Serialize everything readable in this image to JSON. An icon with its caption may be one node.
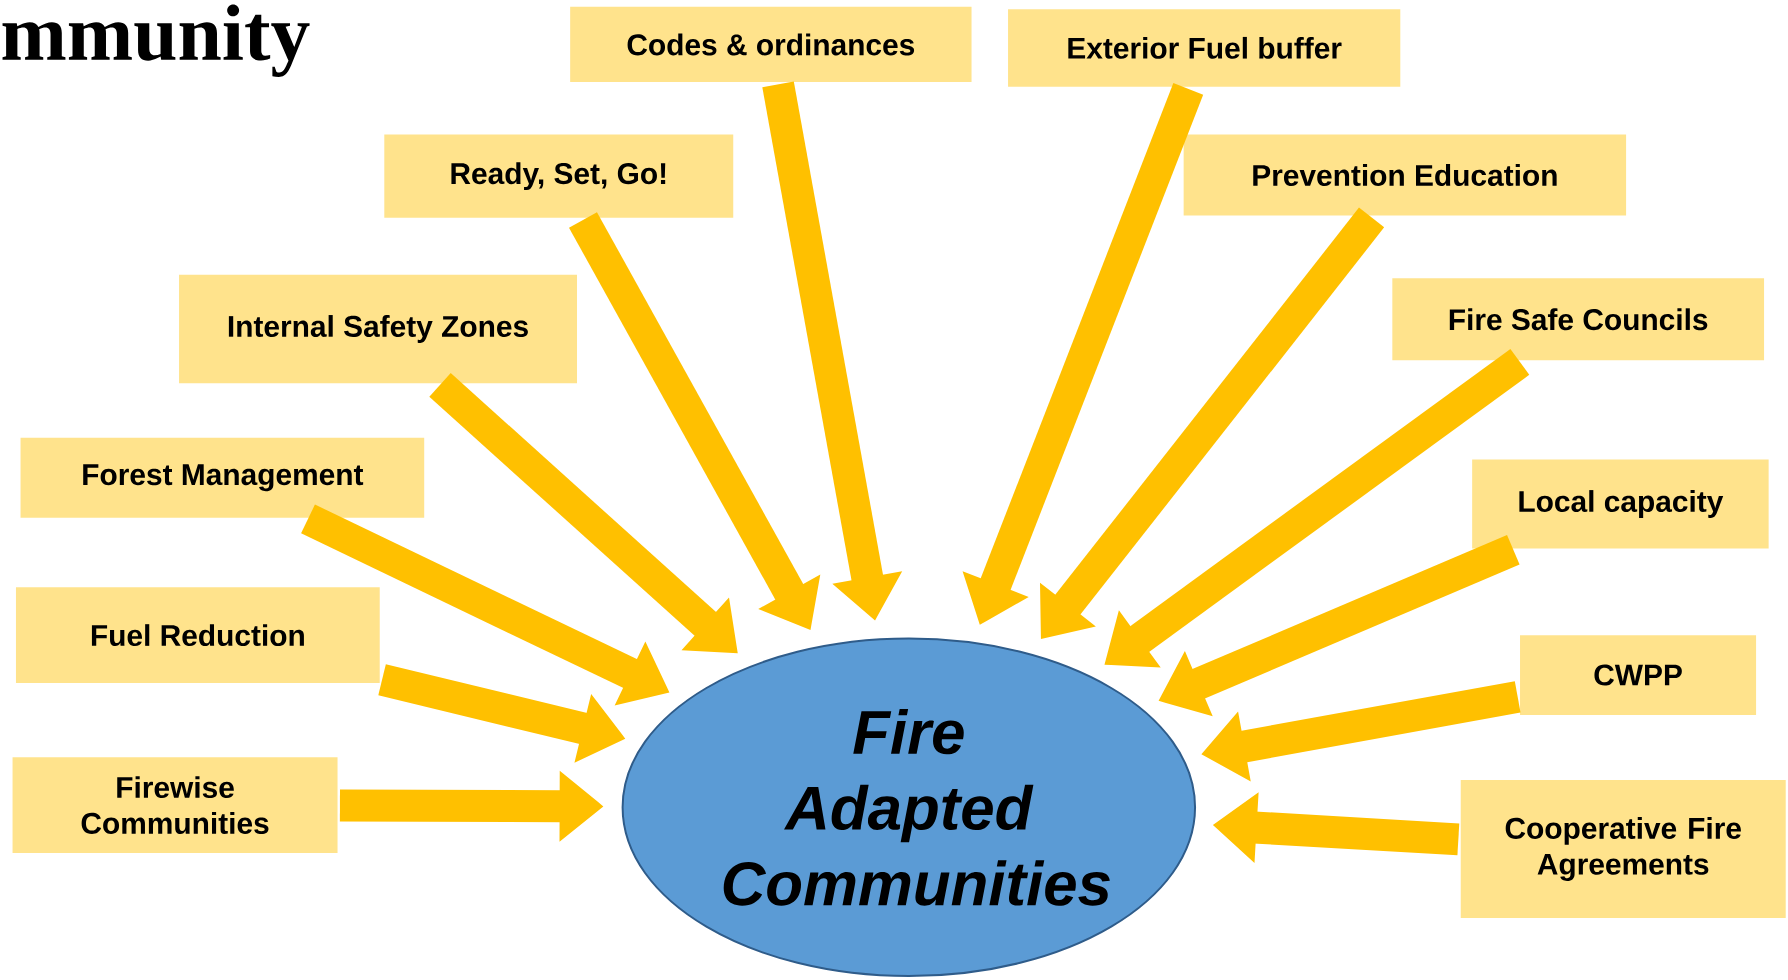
{
  "diagram": {
    "title": "mmunity",
    "nodes": [
      {
        "text": [
          "Codes & ordinances"
        ]
      },
      {
        "text": [
          "Exterior Fuel buffer"
        ]
      },
      {
        "text": [
          "Ready, Set, Go!"
        ]
      },
      {
        "text": [
          "Prevention Education"
        ]
      },
      {
        "text": [
          "Internal Safety Zones"
        ]
      },
      {
        "text": [
          "Fire Safe Councils"
        ]
      },
      {
        "text": [
          "Forest Management"
        ]
      },
      {
        "text": [
          "Local capacity"
        ]
      },
      {
        "text": [
          "Fuel Reduction"
        ]
      },
      {
        "text": [
          "CWPP"
        ]
      },
      {
        "text": [
          "Firewise Communities"
        ]
      },
      {
        "text": [
          "Cooperative Fire Agreements"
        ]
      },
      {
        "text": [
          "Fire Adapted Communities"
        ]
      }
    ],
    "edges": [
      {
        "from": 0,
        "to": 12,
        "arrow": "to"
      },
      {
        "from": 1,
        "to": 12,
        "arrow": "to"
      },
      {
        "from": 2,
        "to": 12,
        "arrow": "to"
      },
      {
        "from": 3,
        "to": 12,
        "arrow": "to"
      },
      {
        "from": 4,
        "to": 12,
        "arrow": "to"
      },
      {
        "from": 5,
        "to": 12,
        "arrow": "to"
      },
      {
        "from": 6,
        "to": 12,
        "arrow": "to"
      },
      {
        "from": 7,
        "to": 12,
        "arrow": "to"
      },
      {
        "from": 8,
        "to": 12,
        "arrow": "to"
      },
      {
        "from": 9,
        "to": 12,
        "arrow": "to"
      },
      {
        "from": 10,
        "to": 12,
        "arrow": "to"
      },
      {
        "from": 11,
        "to": 12,
        "arrow": "to"
      }
    ]
  }
}
